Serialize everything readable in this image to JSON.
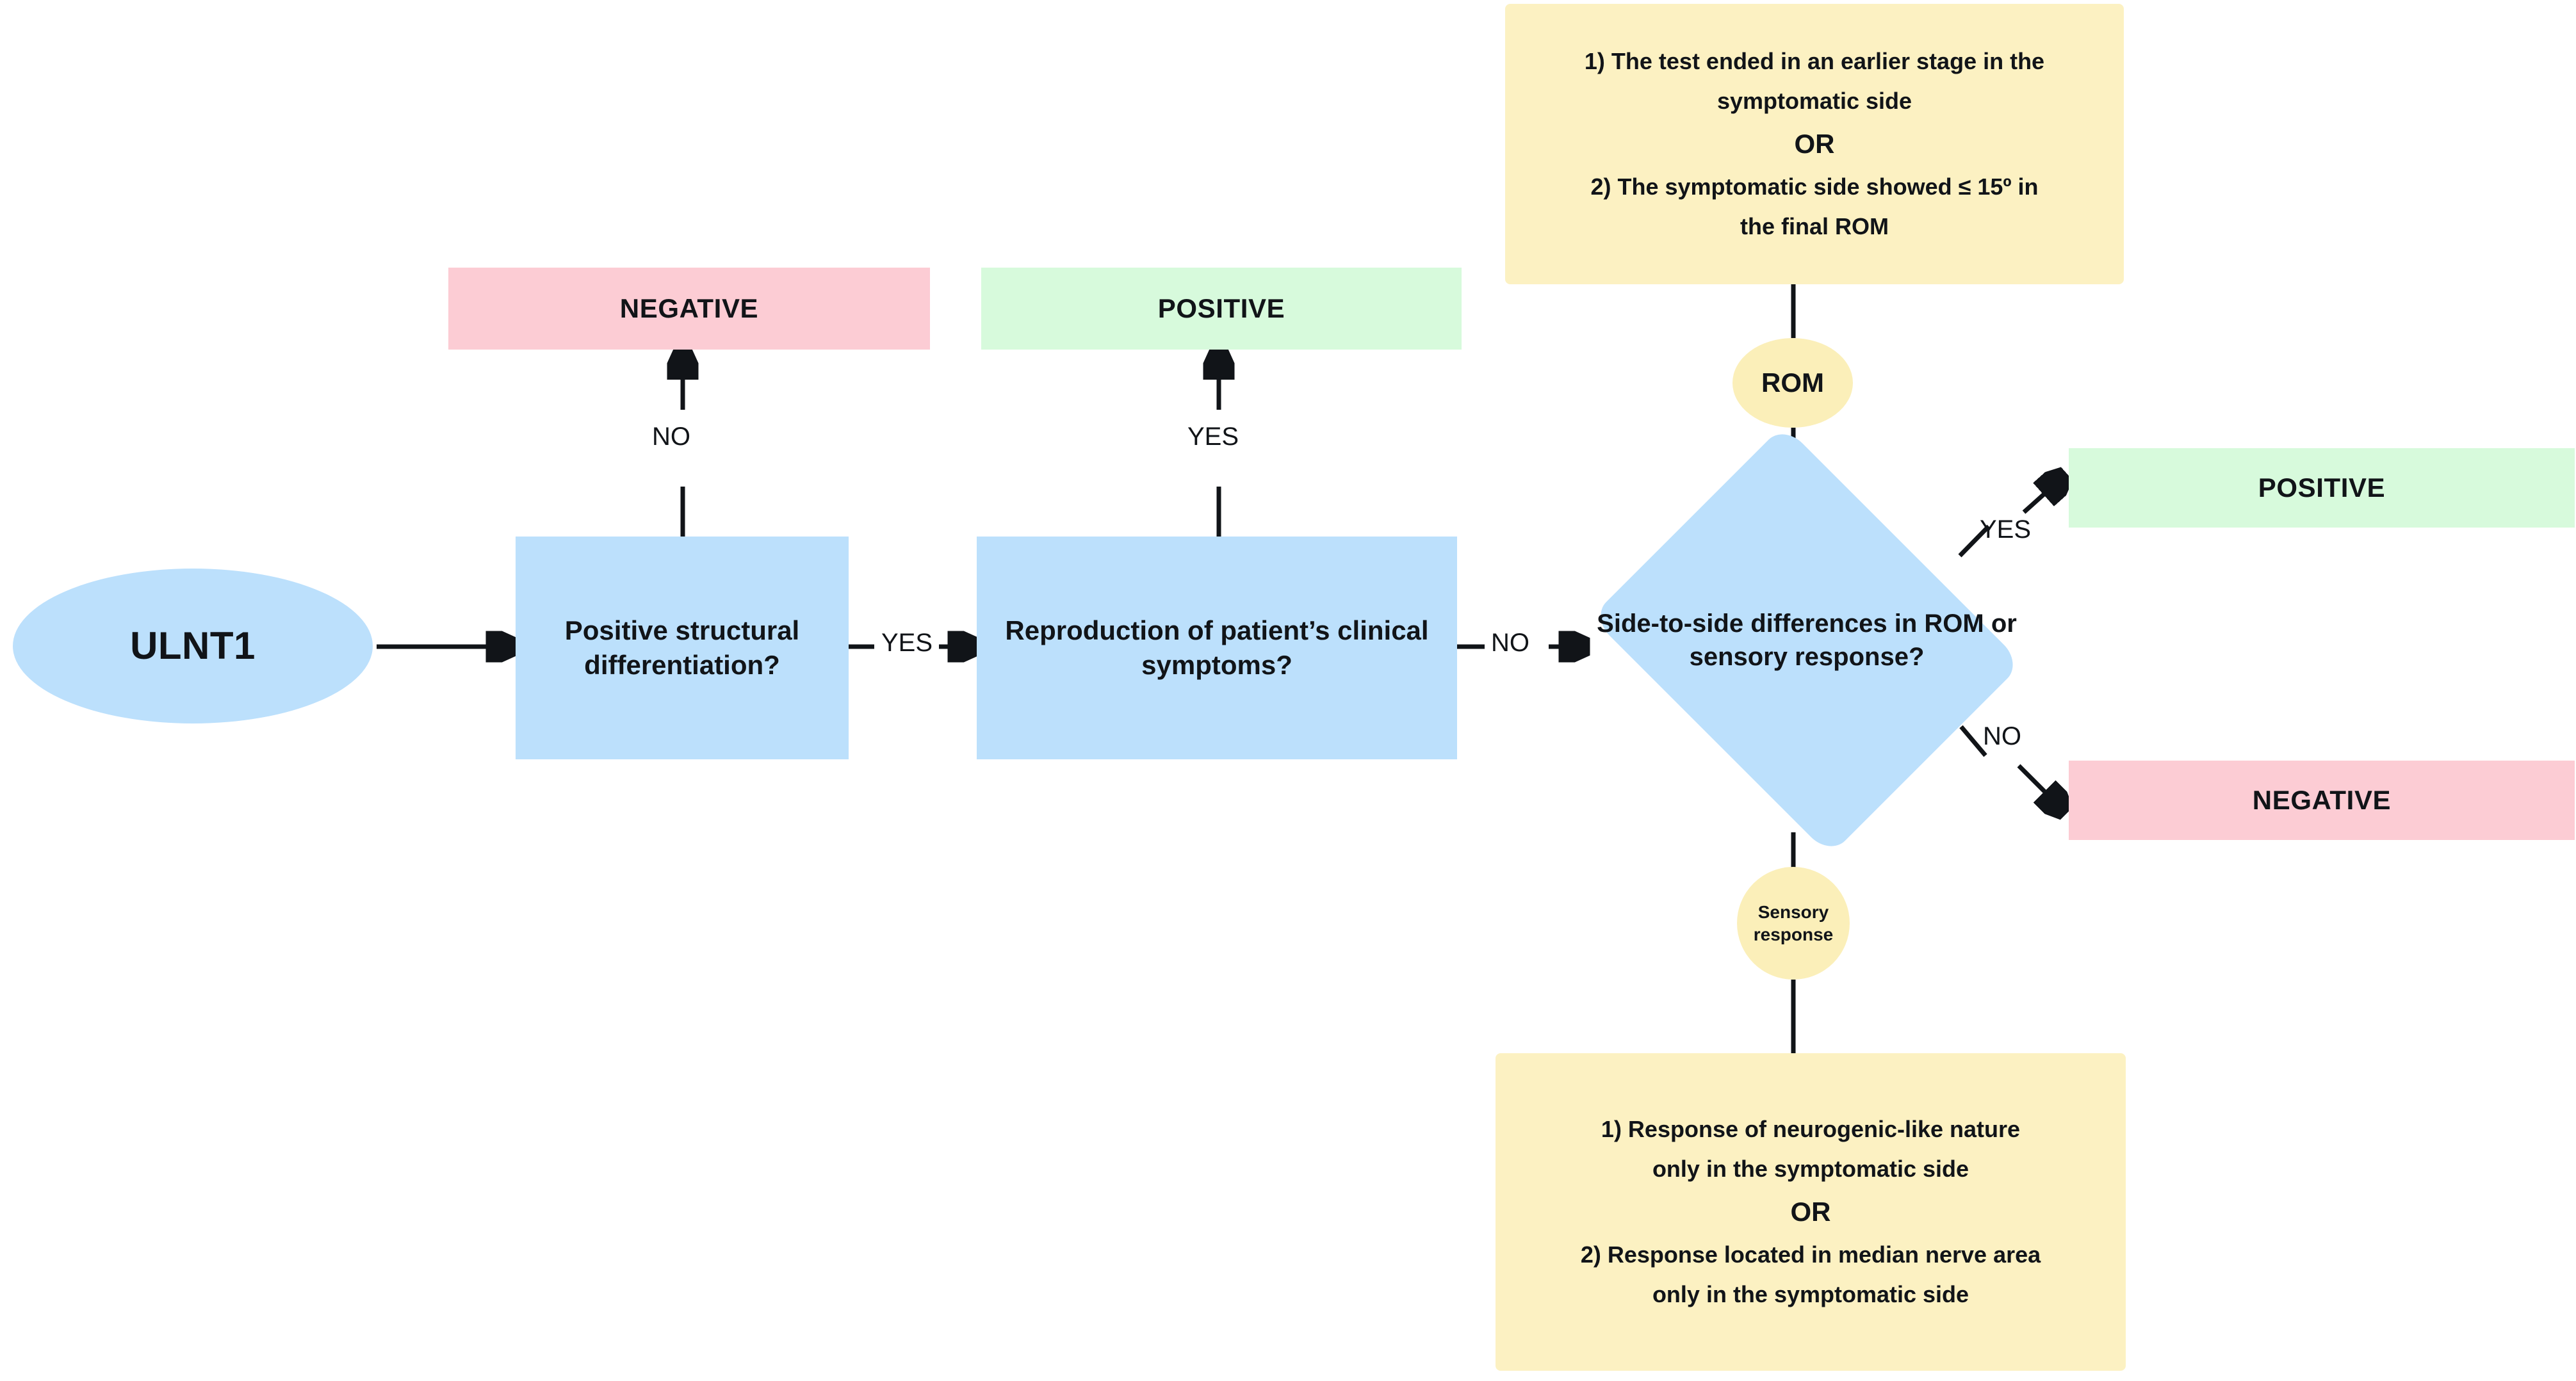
{
  "diagram": {
    "title": "ULNT1 clinical interpretation flowchart",
    "colors": {
      "blue": "#bce0fc",
      "pink": "#fcccd4",
      "green": "#d7fadc",
      "yellow_note": "#fcf1c2",
      "yellow_circle": "#fbefb9",
      "text": "#111418",
      "line": "#111418",
      "background": "#ffffff"
    },
    "start": {
      "label": "ULNT1"
    },
    "decisions": {
      "structural": "Positive structural differentiation?",
      "reproduction": "Reproduction of patient’s clinical symptoms?",
      "side_to_side": "Side-to-side differences in ROM or sensory response?"
    },
    "results": {
      "negative_1": "NEGATIVE",
      "positive_1": "POSITIVE",
      "positive_2": "POSITIVE",
      "negative_2": "NEGATIVE"
    },
    "connectors": {
      "rom": "ROM",
      "sensory": "Sensory response"
    },
    "edge_labels": {
      "structural_no": "NO",
      "reproduction_yes": "YES",
      "structural_yes": "YES",
      "reproduction_no": "NO",
      "diamond_yes": "YES",
      "diamond_no": "NO"
    },
    "notes": {
      "rom_criteria": {
        "line1": "1) The test ended in an earlier stage in the",
        "line2": "symptomatic side",
        "or": "OR",
        "line3": "2) The symptomatic side showed ≤ 15º in",
        "line4": "the final ROM"
      },
      "sensory_criteria": {
        "line1": "1) Response of neurogenic-like nature",
        "line2": "only in the symptomatic side",
        "or": "OR",
        "line3": "2)  Response located in median nerve area",
        "line4": "only in the symptomatic side"
      }
    }
  }
}
